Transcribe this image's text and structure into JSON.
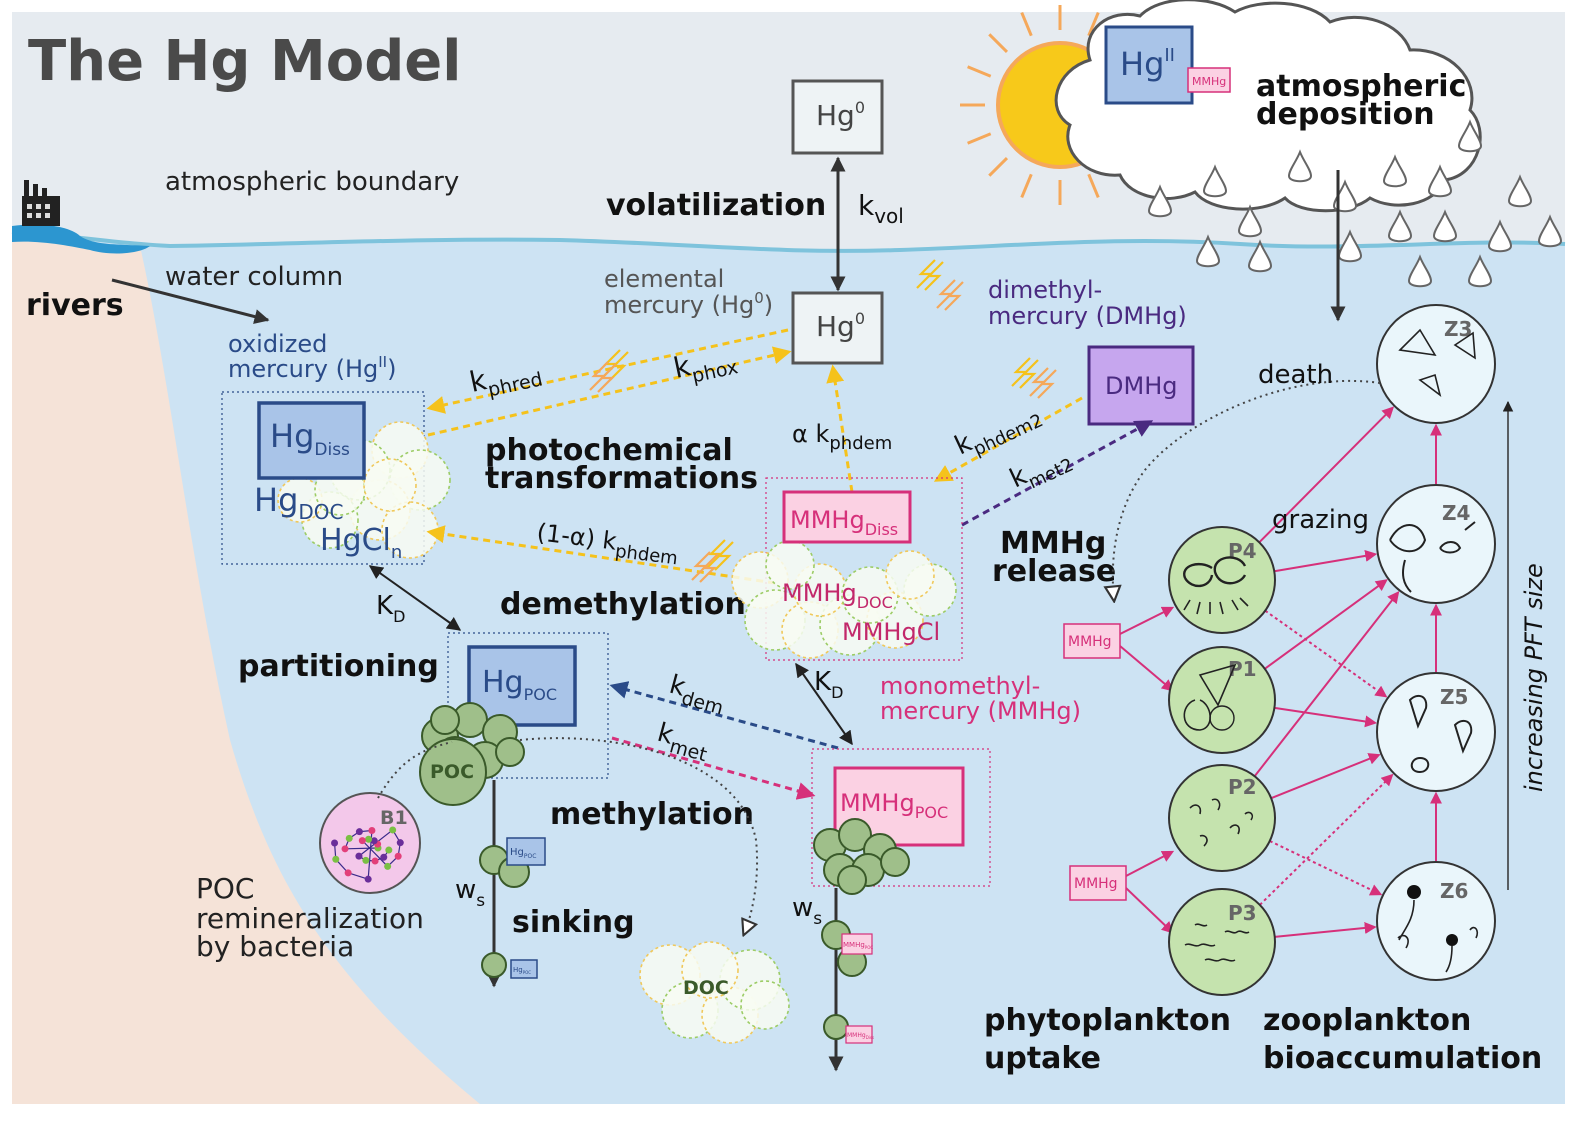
{
  "title": "The Hg Model",
  "layers": {
    "atmosphere": "atmospheric boundary",
    "water": "water column",
    "deposition_1": "atmospheric",
    "deposition_2": "deposition"
  },
  "species": {
    "hg0_atm_base": "Hg",
    "hg0_atm_sup": "0",
    "hg0_water_base": "Hg",
    "hg0_water_sup": "0",
    "hg2_atm_base": "Hg",
    "hg2_atm_sup": "II",
    "mmhg_atm": "MMHg",
    "dmhg": "DMHg",
    "hgdiss_base": "Hg",
    "hgdiss_sub": "Diss",
    "hgdoc_base": "Hg",
    "hgdoc_sub": "DOC",
    "hgcl_base": "HgCl",
    "hgcl_sub": "n",
    "hgpoc_base": "Hg",
    "hgpoc_sub": "POC",
    "mmhgdiss_base": "MMHg",
    "mmhgdiss_sub": "Diss",
    "mmhgdoc_base": "MMHg",
    "mmhgdoc_sub": "DOC",
    "mmhgcl": "MMHgCl",
    "mmhgpoc_base": "MMHg",
    "mmhgpoc_sub": "POC",
    "poc": "POC",
    "doc": "DOC",
    "b1": "B1",
    "mmhg_uptake1": "MMHg",
    "mmhg_uptake2": "MMHg",
    "tag_hg": "Hg",
    "tag_poc": "POC",
    "tag_mmhg": "MMHg",
    "tag_diss": "Diss"
  },
  "descriptors": {
    "elemental_1": "elemental",
    "elemental_2_base": "mercury (Hg",
    "elemental_2_sup": "0",
    "elemental_2_end": ")",
    "oxidized_1": "oxidized",
    "oxidized_2_base": "mercury (Hg",
    "oxidized_2_sup": "II",
    "oxidized_2_end": ")",
    "dimethyl_1": "dimethyl-",
    "dimethyl_2": "mercury (DMHg)",
    "monomethyl_1": "monomethyl-",
    "monomethyl_2": "mercury (MMHg)"
  },
  "processes": {
    "rivers": "rivers",
    "volatilization": "volatilization",
    "photochem_1": "photochemical",
    "photochem_2": "transformations",
    "demethylation": "demethylation",
    "partitioning": "partitioning",
    "methylation": "methylation",
    "sinking": "sinking",
    "mmhg_release_1": "MMHg",
    "mmhg_release_2": "release",
    "remin_1": "POC",
    "remin_2": "remineralization",
    "remin_3": "by bacteria",
    "phyto_1": "phytoplankton",
    "phyto_2": "uptake",
    "zoo_1": "zooplankton",
    "zoo_2": "bioaccumulation",
    "death": "death",
    "grazing": "grazing",
    "pft_size": "increasing PFT size"
  },
  "rates": {
    "kvol_k": "k",
    "kvol_sub": "vol",
    "kphred_k": "k",
    "kphred_sub": "phred",
    "kphox_k": "k",
    "kphox_sub": "phox",
    "alpha_pre": "α k",
    "alpha_sub": "phdem",
    "kphdem2_k": "k",
    "kphdem2_sub": "phdem2",
    "kmet2_k": "k",
    "kmet2_sub": "met2",
    "oneminus_pre": "(1-α) k",
    "oneminus_sub": "phdem",
    "kd1_k": "K",
    "kd1_sub": "D",
    "kd2_k": "K",
    "kd2_sub": "D",
    "kdem_k": "k",
    "kdem_sub": "dem",
    "kmet_k": "k",
    "kmet_sub": "met",
    "ws1_w": "w",
    "ws1_sub": "s",
    "ws2_w": "w",
    "ws2_sub": "s"
  },
  "plankton": {
    "p1": "P1",
    "p2": "P2",
    "p3": "P3",
    "p4": "P4",
    "z3": "Z3",
    "z4": "Z4",
    "z5": "Z5",
    "z6": "Z6"
  },
  "colors": {
    "sky": "#e6ebf0",
    "water": "#cde3f3",
    "sediment": "#f5e3d8",
    "photochem_yellow": "#f5c21b",
    "mmhg_pink": "#d6307a",
    "hg_blue": "#2a4b88",
    "dmhg_purple": "#6a2e9a"
  }
}
